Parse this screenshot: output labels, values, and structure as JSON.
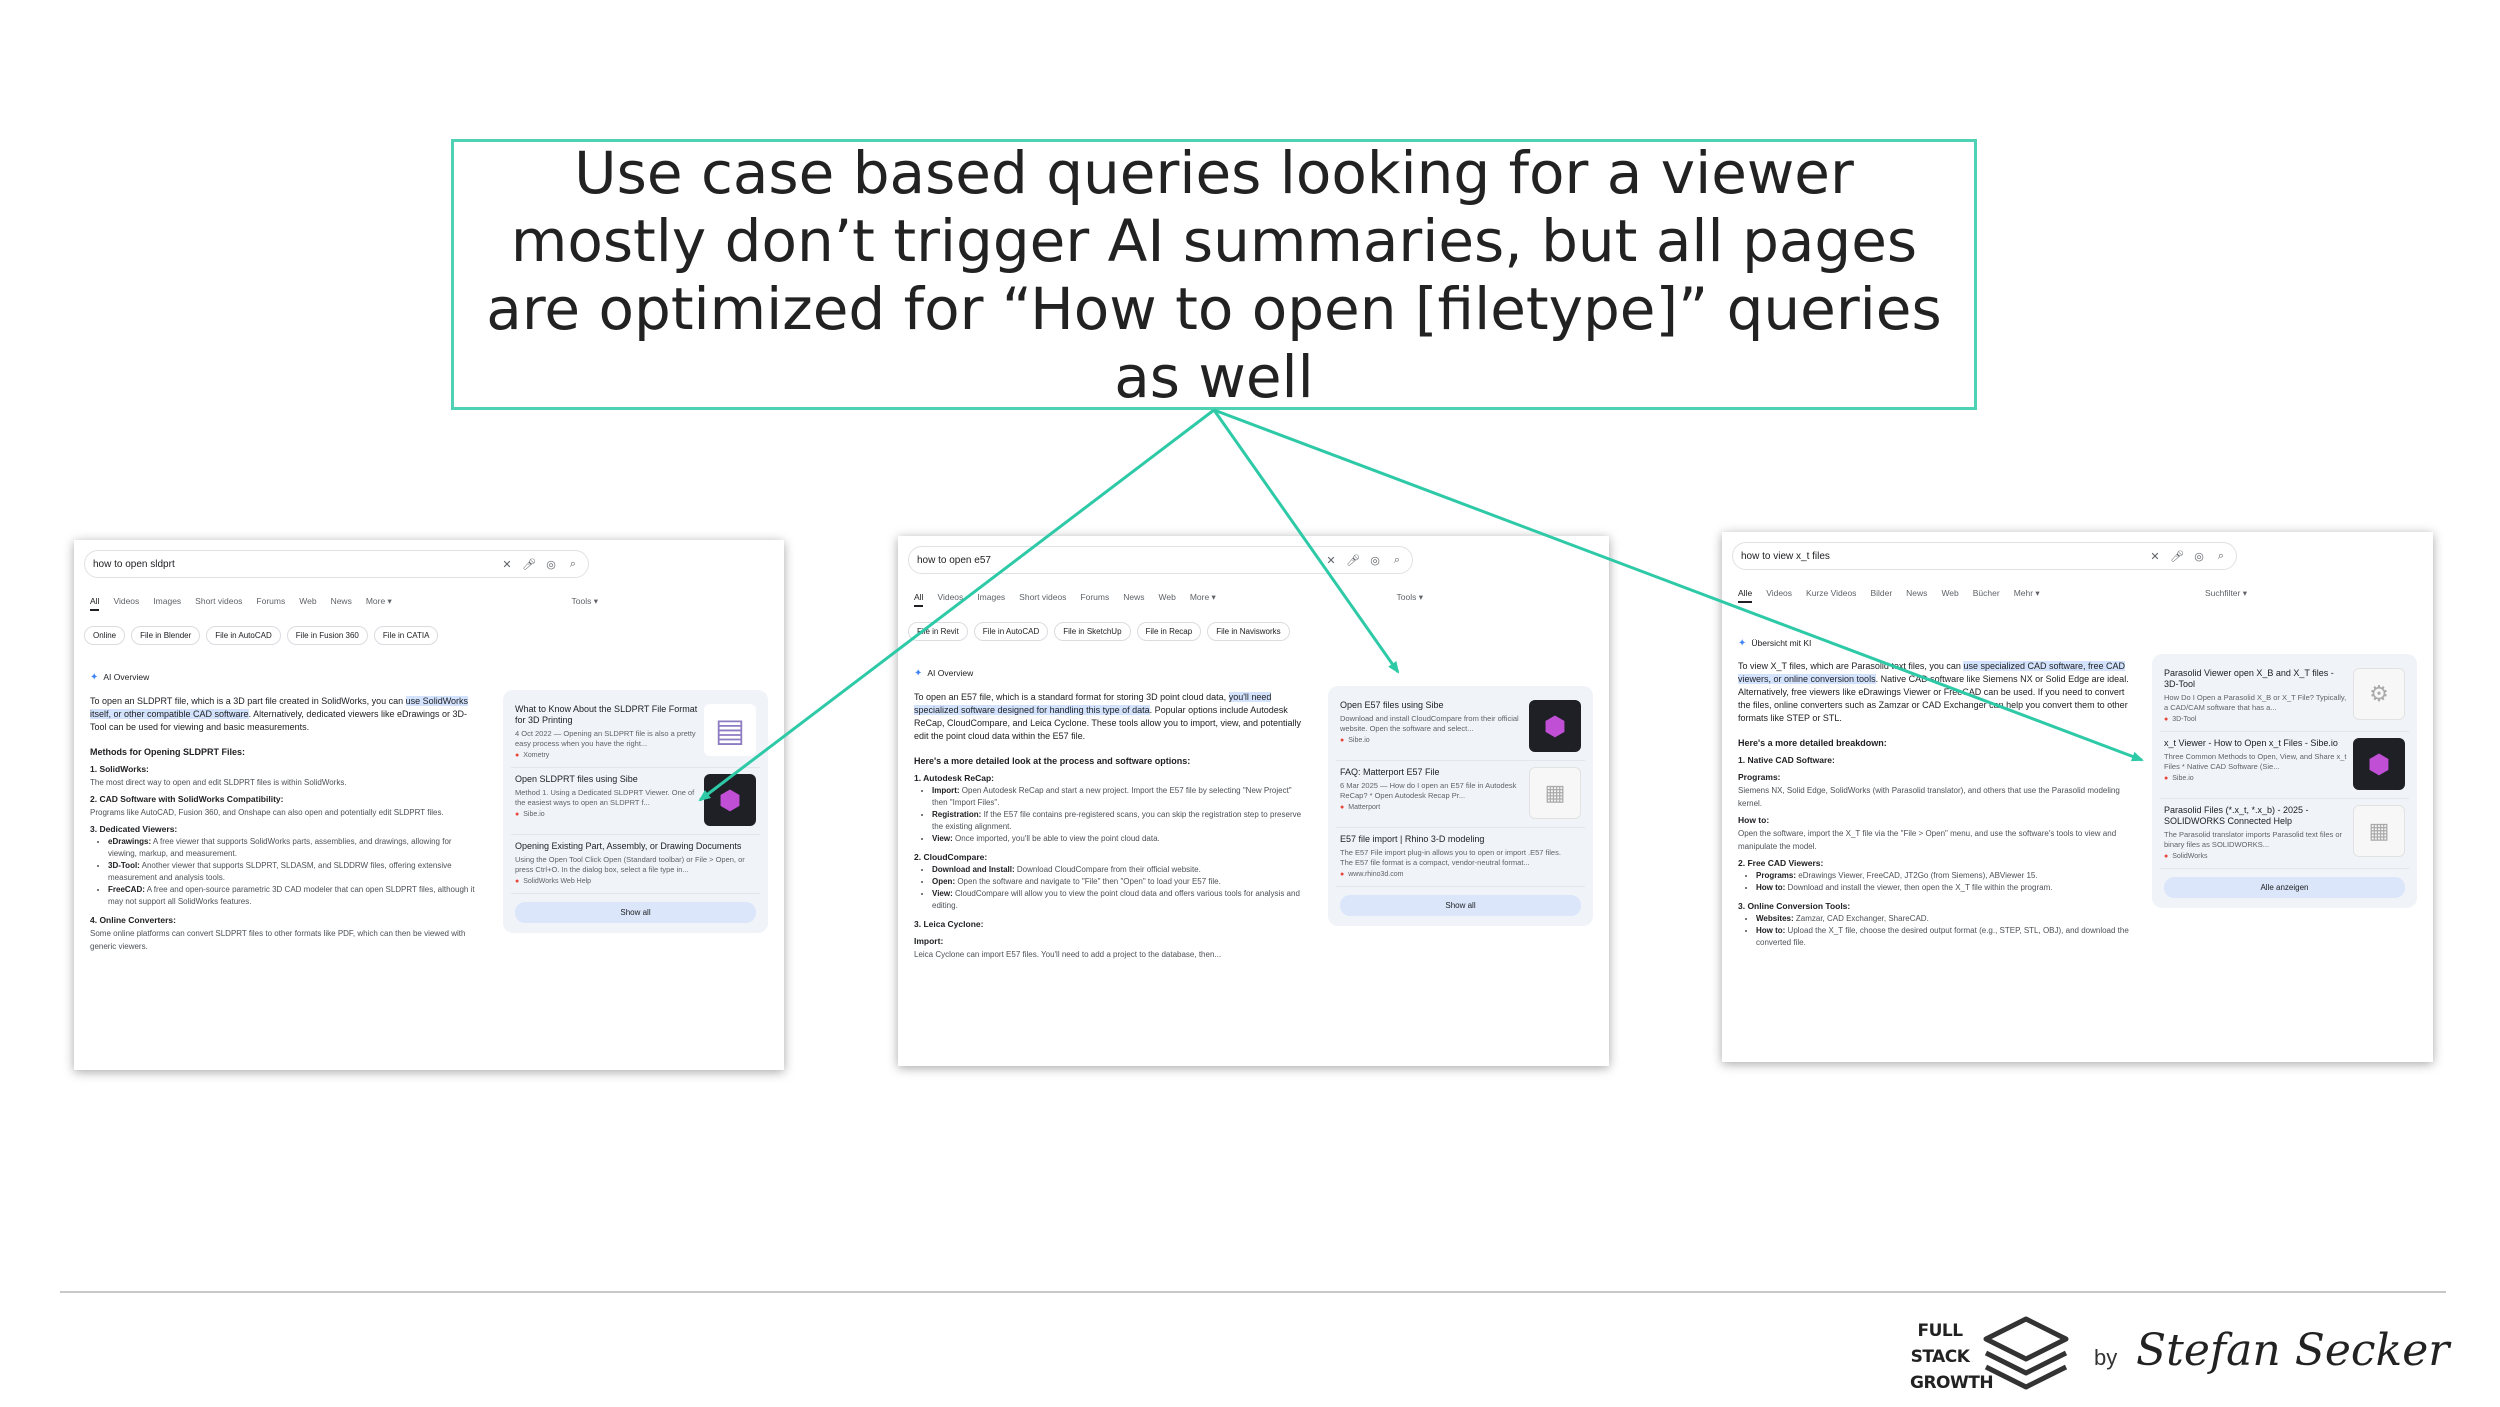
{
  "callout": {
    "text": "Use case based queries looking for a viewer mostly don’t trigger AI summaries, but all pages are optimized for “How to open [filetype]” queries as well"
  },
  "accent_color": "#4fd1b3",
  "shot1": {
    "query": "how to open sldprt",
    "tabs": [
      "All",
      "Videos",
      "Images",
      "Short videos",
      "Forums",
      "Web",
      "News",
      "More ▾"
    ],
    "tools": "Tools ▾",
    "chips": [
      "Online",
      "File in Blender",
      "File in AutoCAD",
      "File in Fusion 360",
      "File in CATIA"
    ],
    "ai_label": "AI Overview",
    "intro_a": "To open an SLDPRT file, which is a 3D part file created in SolidWorks, you can ",
    "intro_hl": "use SolidWorks itself, or other compatible CAD software",
    "intro_b": ". Alternatively, dedicated viewers like eDrawings or 3D-Tool can be used for viewing and basic measurements.",
    "methods_title": "Methods for Opening SLDPRT Files:",
    "s1_title": "1. SolidWorks:",
    "s1_text": "The most direct way to open and edit SLDPRT files is within SolidWorks.",
    "s2_title": "2. CAD Software with SolidWorks Compatibility:",
    "s2_text": "Programs like AutoCAD, Fusion 360, and Onshape can also open and potentially edit SLDPRT files.",
    "s3_title": "3. Dedicated Viewers:",
    "s3_b1_label": "eDrawings:",
    "s3_b1": " A free viewer that supports SolidWorks parts, assemblies, and drawings, allowing for viewing, markup, and measurement.",
    "s3_b2_label": "3D-Tool:",
    "s3_b2": " Another viewer that supports SLDPRT, SLDASM, and SLDDRW files, offering extensive measurement and analysis tools.",
    "s3_b3_label": "FreeCAD:",
    "s3_b3": " A free and open-source parametric 3D CAD modeler that can open SLDPRT files, although it may not support all SolidWorks features.",
    "s4_title": "4. Online Converters:",
    "s4_text": "Some online platforms can convert SLDPRT files to other formats like PDF, which can then be viewed with generic viewers.",
    "cards": [
      {
        "title": "What to Know About the SLDPRT File Format for 3D Printing",
        "snippet": "4 Oct 2022 — Opening an SLDPRT file is also a pretty easy process when you have the right...",
        "source": "Xometry"
      },
      {
        "title": "Open SLDPRT files using Sibe",
        "snippet": "Method 1. Using a Dedicated SLDPRT Viewer. One of the easiest ways to open an SLDPRT f...",
        "source": "Sibe.io"
      },
      {
        "title": "Opening Existing Part, Assembly, or Drawing Documents",
        "snippet": "Using the Open Tool Click Open (Standard toolbar) or File > Open, or press Ctrl+O. In the dialog box, select a file type in...",
        "source": "SolidWorks Web Help"
      }
    ],
    "show_all": "Show all"
  },
  "shot2": {
    "query": "how to open e57",
    "tabs": [
      "All",
      "Videos",
      "Images",
      "Short videos",
      "Forums",
      "News",
      "Web",
      "More ▾"
    ],
    "tools": "Tools ▾",
    "chips": [
      "File in Revit",
      "File in AutoCAD",
      "File in SketchUp",
      "File in Recap",
      "File in Navisworks"
    ],
    "ai_label": "AI Overview",
    "intro_a": "To open an E57 file, which is a standard format for storing 3D point cloud data, ",
    "intro_hl": "you'll need specialized software designed for handling this type of data",
    "intro_b": ". Popular options include Autodesk ReCap, CloudCompare, and Leica Cyclone. These tools allow you to import, view, and potentially edit the point cloud data within the E57 file.",
    "methods_title": "Here's a more detailed look at the process and software options:",
    "s1_title": "1. Autodesk ReCap:",
    "s1_b1_label": "Import:",
    "s1_b1": " Open Autodesk ReCap and start a new project. Import the E57 file by selecting \"New Project\" then \"Import Files\".",
    "s1_b2_label": "Registration:",
    "s1_b2": " If the E57 file contains pre-registered scans, you can skip the registration step to preserve the existing alignment.",
    "s1_b3_label": "View:",
    "s1_b3": " Once imported, you'll be able to view the point cloud data.",
    "s2_title": "2. CloudCompare:",
    "s2_b1_label": "Download and Install:",
    "s2_b1": " Download CloudCompare from their official website.",
    "s2_b2_label": "Open:",
    "s2_b2": " Open the software and navigate to \"File\" then \"Open\" to load your E57 file.",
    "s2_b3_label": "View:",
    "s2_b3": " CloudCompare will allow you to view the point cloud data and offers various tools for analysis and editing.",
    "s3_title": "3. Leica Cyclone:",
    "s3_sub": "Import:",
    "s3_text": "Leica Cyclone can import E57 files. You'll need to add a project to the database, then...",
    "cards": [
      {
        "title": "Open E57 files using Sibe",
        "snippet": "Download and install CloudCompare from their official website. Open the software and select...",
        "source": "Sibe.io"
      },
      {
        "title": "FAQ: Matterport E57 File",
        "snippet": "6 Mar 2025 — How do I open an E57 file in Autodesk ReCap? * Open Autodesk Recap Pr...",
        "source": "Matterport"
      },
      {
        "title": "E57 file import | Rhino 3-D modeling",
        "snippet": "The E57 File import plug-in allows you to open or import .E57 files. The E57 file format is a compact, vendor-neutral format...",
        "source": "www.rhino3d.com"
      }
    ],
    "show_all": "Show all"
  },
  "shot3": {
    "query": "how to view x_t files",
    "tabs": [
      "Alle",
      "Videos",
      "Kurze Videos",
      "Bilder",
      "News",
      "Web",
      "Bücher",
      "Mehr ▾"
    ],
    "tools": "Suchfilter ▾",
    "ai_label": "Übersicht mit KI",
    "intro_a": "To view X_T files, which are Parasolid text files, you can ",
    "intro_hl": "use specialized CAD software, free CAD viewers, or online conversion tools",
    "intro_b": ". Native CAD software like Siemens NX or Solid Edge are ideal. Alternatively, free viewers like eDrawings Viewer or FreeCAD can be used. If you need to convert the files, online converters such as Zamzar or CAD Exchanger can help you convert them to other formats like STEP or STL.",
    "methods_title": "Here's a more detailed breakdown:",
    "s1_title": "1. Native CAD Software:",
    "s1_sub1": "Programs:",
    "s1_text1": "Siemens NX, Solid Edge, SolidWorks (with Parasolid translator), and others that use the Parasolid modeling kernel.",
    "s1_sub2": "How to:",
    "s1_text2": "Open the software, import the X_T file via the \"File > Open\" menu, and use the software's tools to view and manipulate the model.",
    "s2_title": "2. Free CAD Viewers:",
    "s2_b1_label": "Programs:",
    "s2_b1": " eDrawings Viewer, FreeCAD, JT2Go (from Siemens), ABViewer 15.",
    "s2_b2_label": "How to:",
    "s2_b2": " Download and install the viewer, then open the X_T file within the program.",
    "s3_title": "3. Online Conversion Tools:",
    "s3_b1_label": "Websites:",
    "s3_b1": " Zamzar, CAD Exchanger, ShareCAD.",
    "s3_b2_label": "How to:",
    "s3_b2": " Upload the X_T file, choose the desired output format (e.g., STEP, STL, OBJ), and download the converted file.",
    "cards": [
      {
        "title": "Parasolid Viewer open X_B and X_T files - 3D-Tool",
        "snippet": "How Do I Open a Parasolid X_B or X_T File? Typically, a CAD/CAM software that has a...",
        "source": "3D-Tool"
      },
      {
        "title": "x_t Viewer - How to Open x_t Files - Sibe.io",
        "snippet": "Three Common Methods to Open, View, and Share x_t Files * Native CAD Software (Sie...",
        "source": "Sibe.io"
      },
      {
        "title": "Parasolid Files (*.x_t, *.x_b) - 2025 - SOLIDWORKS Connected Help",
        "snippet": "The Parasolid translator imports Parasolid text files or binary files as SOLIDWORKS...",
        "source": "SolidWorks"
      }
    ],
    "show_all": "Alle anzeigen"
  },
  "footer": {
    "logo_line1": "FULL",
    "logo_line2": "STACK",
    "logo_line3": "GROWTH",
    "by": "by",
    "author": "Stefan Secker"
  }
}
